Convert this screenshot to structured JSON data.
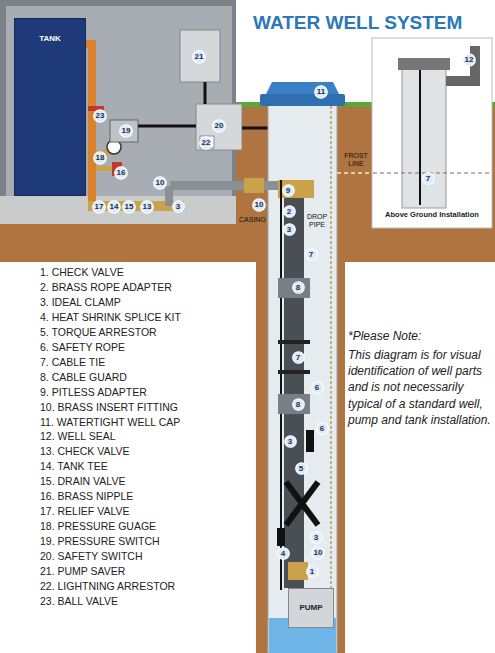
{
  "diagram": {
    "title": "WATER WELL SYSTEM",
    "nodes": [
      {
        "text": [
          "TANK"
        ]
      },
      {
        "text": [
          "21"
        ]
      },
      {
        "text": [
          "12"
        ]
      },
      {
        "text": [
          "11"
        ]
      },
      {
        "text": [
          "23"
        ]
      },
      {
        "text": [
          "20"
        ]
      },
      {
        "text": [
          "19"
        ]
      },
      {
        "text": [
          "22"
        ]
      },
      {
        "text": [
          "18"
        ]
      },
      {
        "text": [
          "16"
        ]
      },
      {
        "text": [
          "7"
        ]
      },
      {
        "text": [
          "10"
        ]
      },
      {
        "text": [
          "9"
        ]
      },
      {
        "text": [
          "10"
        ]
      },
      {
        "text": [
          "17"
        ]
      },
      {
        "text": [
          "14"
        ]
      },
      {
        "text": [
          "15"
        ]
      },
      {
        "text": [
          "13"
        ]
      },
      {
        "text": [
          "3"
        ]
      },
      {
        "text": [
          "2"
        ]
      },
      {
        "text": [
          "3"
        ]
      },
      {
        "text": [
          "7"
        ]
      },
      {
        "text": [
          "8"
        ]
      },
      {
        "text": [
          "7"
        ]
      },
      {
        "text": [
          "6"
        ]
      },
      {
        "text": [
          "8"
        ]
      },
      {
        "text": [
          "6"
        ]
      },
      {
        "text": [
          "3"
        ]
      },
      {
        "text": [
          "5"
        ]
      },
      {
        "text": [
          "3"
        ]
      },
      {
        "text": [
          "4"
        ]
      },
      {
        "text": [
          "10"
        ]
      },
      {
        "text": [
          "1"
        ]
      },
      {
        "text": [
          "PUMP"
        ]
      }
    ],
    "labels": [
      "FROST LINE",
      "CASING",
      "DROP PIPE",
      "Above Ground Installation",
      "1. CHECK VALVE",
      "2. BRASS ROPE ADAPTER",
      "3. IDEAL CLAMP",
      "4. HEAT SHRINK SPLICE KIT",
      "5. TORQUE ARRESTOR",
      "6. SAFETY ROPE",
      "7. CABLE TIE",
      "8. CABLE GUARD",
      "9. PITLESS ADAPTER",
      "10. BRASS INSERT FITTING",
      "11. WATERTIGHT WELL CAP",
      "12. WELL SEAL",
      "13. CHECK VALVE",
      "14. TANK TEE",
      "15. DRAIN VALVE",
      "16. BRASS NIPPLE",
      "17. RELIEF VALVE",
      "18. PRESSURE GUAGE",
      "19. PRESSURE SWITCH",
      "20. SAFETY SWITCH",
      "21. PUMP SAVER",
      "22. LIGHTNING ARRESTOR",
      "23. BALL VALVE",
      "*Please Note:",
      "This diagram is for visual identification of well parts and is not necessarily typical of a standard well, pump and tank installation."
    ]
  }
}
